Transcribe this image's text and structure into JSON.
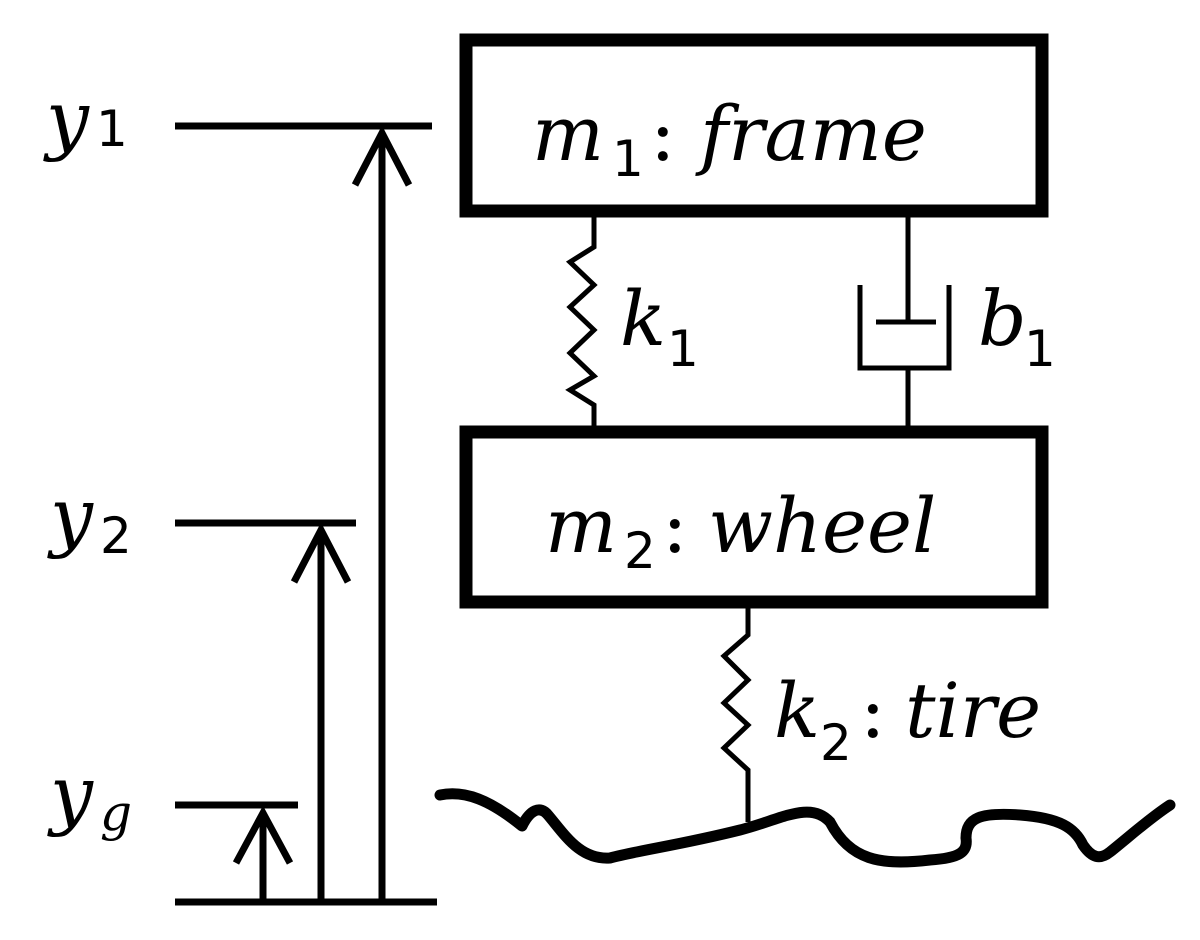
{
  "labels": {
    "y1": {
      "sym": "y",
      "sub": "1"
    },
    "y2": {
      "sym": "y",
      "sub": "2"
    },
    "yg": {
      "sym": "y",
      "sub": "g"
    }
  },
  "frame": {
    "sym": "m",
    "sub": "1",
    "sep": ":",
    "name": "frame"
  },
  "wheel": {
    "sym": "m",
    "sub": "2",
    "sep": ":",
    "name": "wheel"
  },
  "spring1": {
    "sym": "k",
    "sub": "1"
  },
  "damper1": {
    "sym": "b",
    "sub": "1"
  },
  "tire": {
    "sym": "k",
    "sub": "2",
    "sep": ":",
    "name": "tire"
  },
  "colors": {
    "ink": "#000000",
    "background": "#ffffff"
  }
}
